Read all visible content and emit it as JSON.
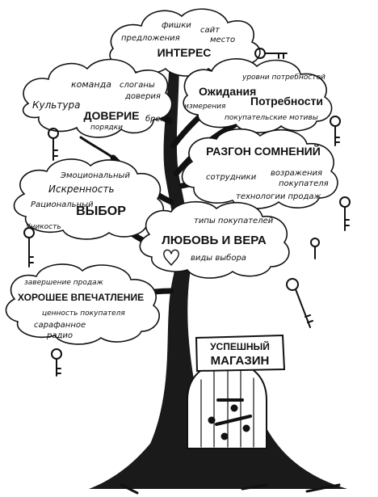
{
  "top": {
    "title": "ИНТЕРЕС",
    "words": [
      "фишки",
      "сайт",
      "предложения",
      "место"
    ]
  },
  "trust": {
    "title": "ДОВЕРИЕ",
    "words": [
      "команда",
      "слоганы",
      "доверия",
      "Культура",
      "бренд",
      "порядки"
    ]
  },
  "expect": {
    "title1": "Ожидания",
    "title2": "Потребности",
    "words": [
      "уровни потребностей",
      "измерения",
      "покупательские мотивы"
    ]
  },
  "doubt": {
    "title": "РАЗГОН СОМНЕНИЙ",
    "words": [
      "сотрудники",
      "возражения",
      "покупателя",
      "технологии продаж"
    ]
  },
  "choice": {
    "title": "ВЫБОР",
    "words": [
      "Эмоциональный",
      "Искренность",
      "Рациональный",
      "Уникость"
    ]
  },
  "love": {
    "title": "ЛЮБОВЬ И ВЕРА",
    "words": [
      "типы покупателей",
      "виды выбора"
    ]
  },
  "impression": {
    "title": "ХОРОШЕЕ ВПЕЧАТЛЕНИЕ",
    "words": [
      "завершение продаж",
      "ценность покупателя",
      "сарафанное",
      "радио"
    ]
  },
  "sign": {
    "line1": "УСПЕШНЫЙ",
    "line2": "МАГАЗИН"
  }
}
